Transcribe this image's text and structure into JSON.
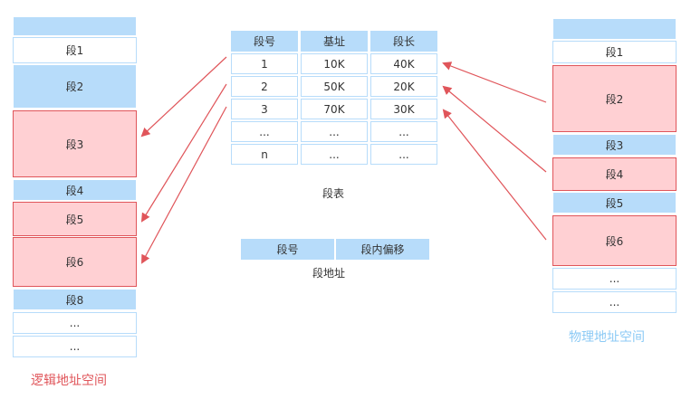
{
  "logical": {
    "label": "逻辑地址空间",
    "blocks": [
      "",
      "段1",
      "段2",
      "段3",
      "段4",
      "段5",
      "段6",
      "段8",
      "...",
      "..."
    ]
  },
  "physical": {
    "label": "物理地址空间",
    "blocks": [
      "",
      "段1",
      "段2",
      "段3",
      "段4",
      "段5",
      "段6",
      "...",
      "..."
    ]
  },
  "segment_table": {
    "caption": "段表",
    "headers": [
      "段号",
      "基址",
      "段长"
    ],
    "rows": [
      [
        "1",
        "10K",
        "40K"
      ],
      [
        "2",
        "50K",
        "20K"
      ],
      [
        "3",
        "70K",
        "30K"
      ],
      [
        "...",
        "...",
        "..."
      ],
      [
        "n",
        "...",
        "..."
      ]
    ]
  },
  "segment_address": {
    "caption": "段地址",
    "fields": [
      "段号",
      "段内偏移"
    ]
  },
  "colors": {
    "blue": "#b7dcfa",
    "red_fill": "#ffd0d3",
    "red_border": "#e0555a",
    "logical_label": "#e0555a",
    "physical_label": "#8ccaf5"
  }
}
